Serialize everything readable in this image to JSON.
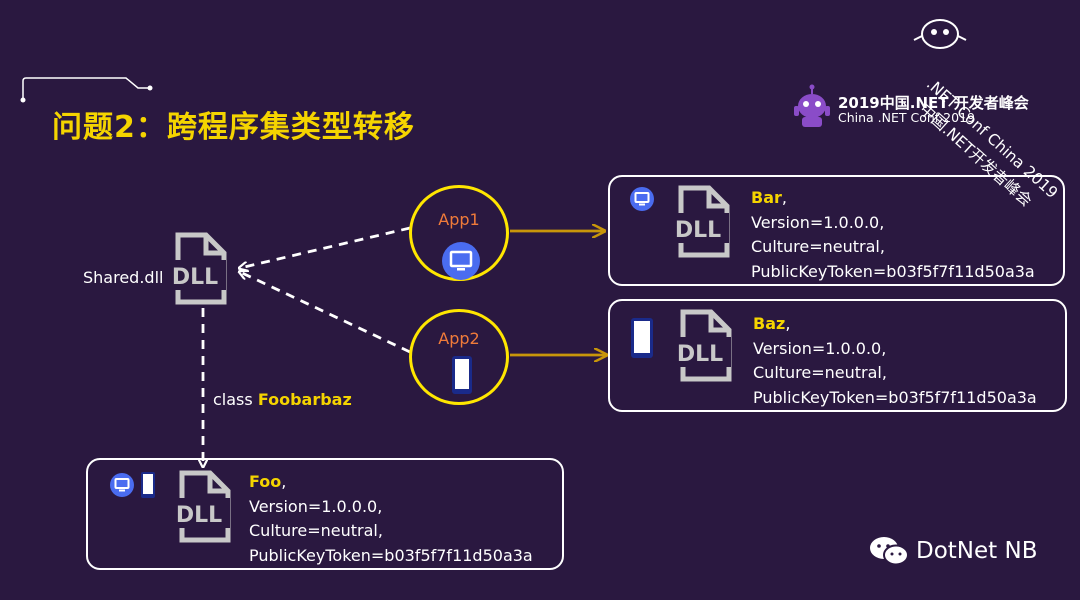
{
  "slide": {
    "title": "问题2：跨程序集类型转移"
  },
  "conference": {
    "title_cn": "2019中国.NET 开发者峰会",
    "title_en": "China .NET Conf 2019",
    "badge_line1": ".NET Conf China 2019",
    "badge_line2": "中国.NET开发者峰会"
  },
  "shared": {
    "label": "Shared.dll",
    "link_label_prefix": "class",
    "link_label_class": "Foobarbaz"
  },
  "apps": [
    {
      "label": "App1",
      "icon": "monitor-icon"
    },
    {
      "label": "App2",
      "icon": "phone-icon"
    }
  ],
  "assemblies": {
    "bar": {
      "name": "Bar",
      "version": "Version=1.0.0.0,",
      "culture": "Culture=neutral,",
      "token": "PublicKeyToken=b03f5f7f11d50a3a"
    },
    "baz": {
      "name": "Baz",
      "version": "Version=1.0.0.0,",
      "culture": "Culture=neutral,",
      "token": "PublicKeyToken=b03f5f7f11d50a3a"
    },
    "foo": {
      "name": "Foo",
      "version": "Version=1.0.0.0,",
      "culture": "Culture=neutral,",
      "token": "PublicKeyToken=b03f5f7f11d50a3a"
    }
  },
  "dll_icon_text": "DLL",
  "comma": ",",
  "watermark": {
    "brand": "DotNet NB",
    "icon": "wechat-icon"
  },
  "colors": {
    "background": "#2a1840",
    "title": "#f5d400",
    "app_border": "#ffe600",
    "app_label": "#f07b3a",
    "arrow": "#c8960a",
    "icon_blue": "#4a6cf0"
  }
}
